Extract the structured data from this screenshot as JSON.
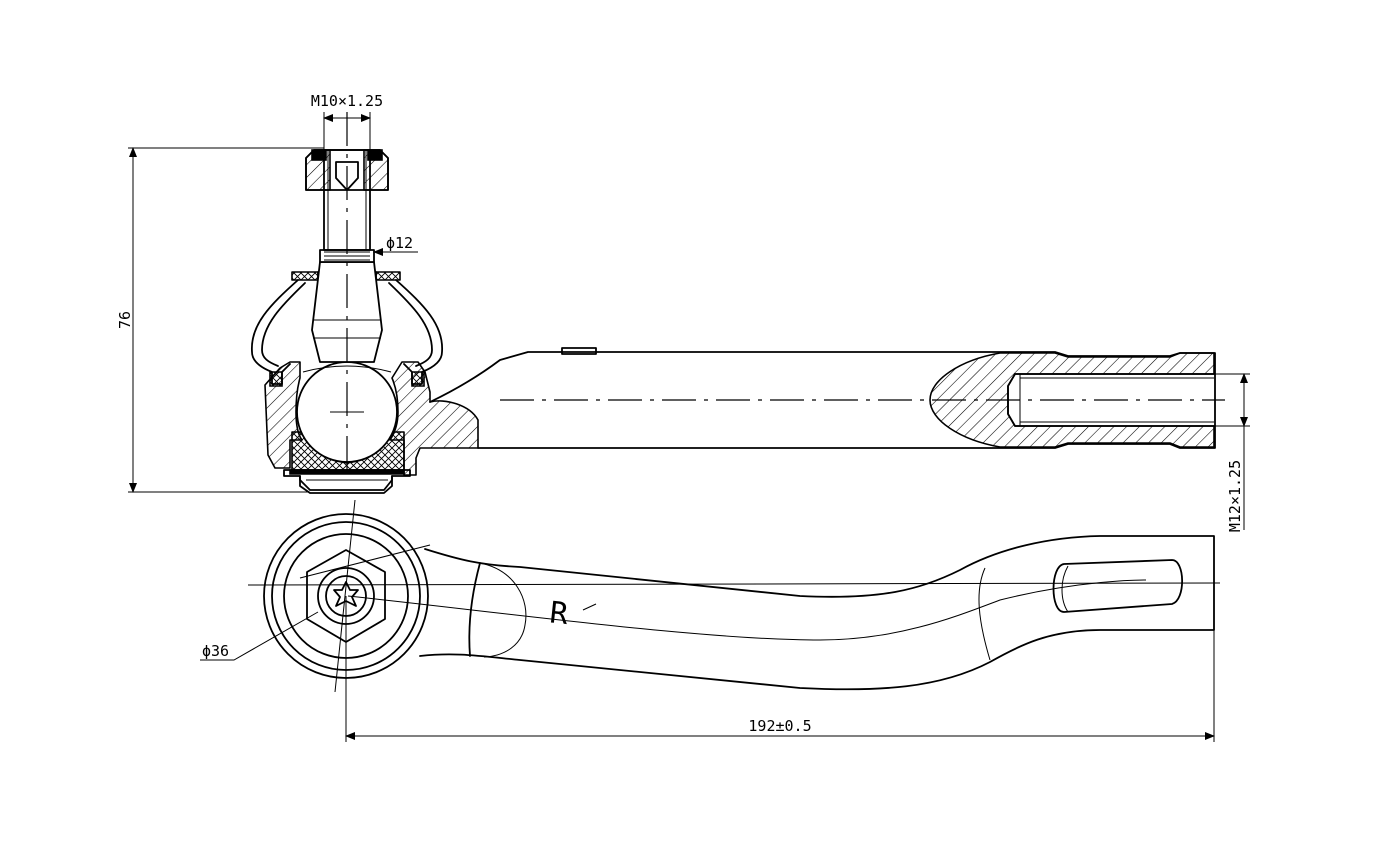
{
  "dimensions": {
    "thread_top": "M10×1.25",
    "stud_diameter": "ϕ12",
    "height": "76",
    "inner_thread": "M12×1.25",
    "outer_diameter": "ϕ36",
    "length": "192±0.5"
  },
  "side_marking": "R"
}
